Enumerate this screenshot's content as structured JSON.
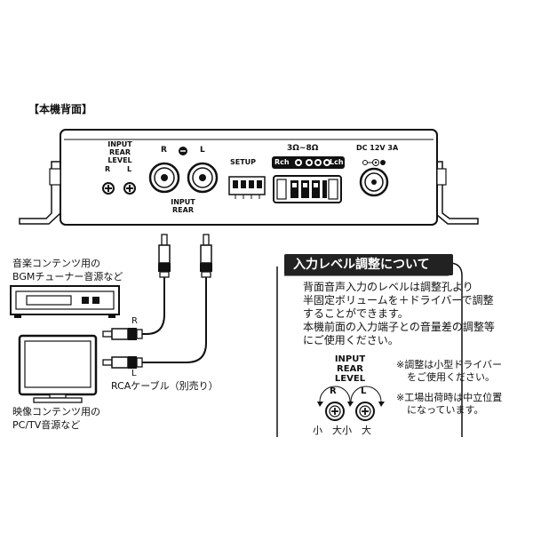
{
  "section_title": "【本機背面】",
  "device": {
    "input_rear_level": [
      "INPUT",
      "REAR",
      "LEVEL"
    ],
    "level_r": "R",
    "level_l": "L",
    "jack_r": "R",
    "jack_l": "L",
    "input_rear_label": [
      "INPUT",
      "REAR"
    ],
    "setup_label": "SETUP",
    "speaker_impedance": "3Ω~8Ω",
    "rch": "Rch",
    "lch": "Lch",
    "power_label": "DC 12V 3A"
  },
  "sources": {
    "music_line1": "音楽コンテンツ用の",
    "music_line2": "BGMチューナー音源など",
    "video_line1": "映像コンテンツ用の",
    "video_line2": "PC/TV音源など"
  },
  "cable": {
    "r_label": "R",
    "l_label": "L",
    "caption": "RCAケーブル（別売り）"
  },
  "callout": {
    "title": "入力レベル調整について",
    "paragraph": [
      "背面音声入力のレベルは調整孔より",
      "半固定ボリュームを＋ドライバーで調整",
      "することができます。",
      "本機前面の入力端子との音量差の調整等",
      "にご使用ください。"
    ],
    "knob_label": [
      "INPUT",
      "REAR",
      "LEVEL"
    ],
    "knob_r": "R",
    "knob_l": "L",
    "scale": "小　大小　大",
    "note1_line1": "※調整は小型ドライバー",
    "note1_line2": "をご使用ください。",
    "note2_line1": "※工場出荷時は中立位置",
    "note2_line2": "になっています。"
  }
}
